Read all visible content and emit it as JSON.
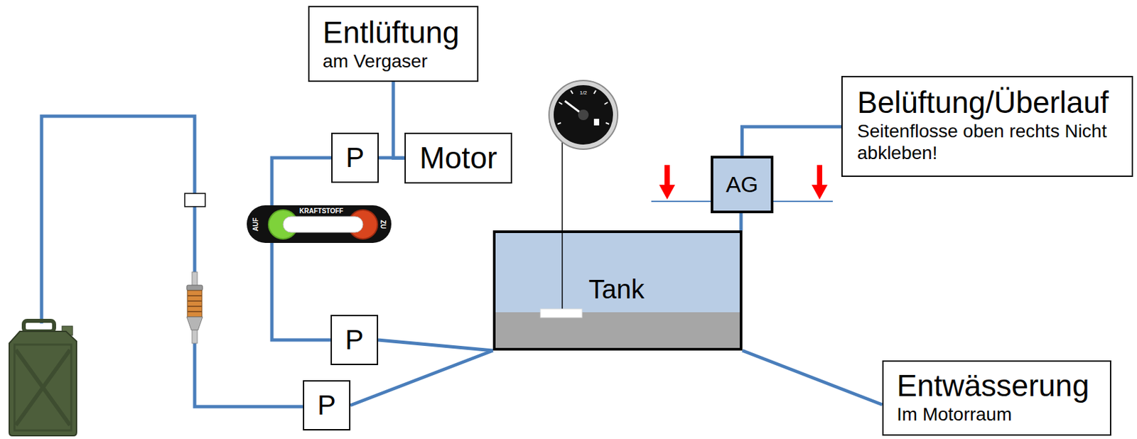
{
  "diagram": {
    "nodes": [
      {
        "text": [
          "Entlüftung",
          "am Vergaser"
        ]
      },
      {
        "text": [
          "P"
        ]
      },
      {
        "text": [
          "Motor"
        ]
      },
      {
        "text": [
          "Belüftung/Überlauf",
          "Seitenflosse oben rechts Nicht abkleben!"
        ]
      },
      {
        "text": [
          "AG"
        ]
      },
      {
        "text": [
          "Tank"
        ]
      },
      {
        "text": [
          "P"
        ]
      },
      {
        "text": [
          "P"
        ]
      },
      {
        "text": [
          "Entwässerung",
          "Im Motorraum"
        ]
      }
    ],
    "edges": [
      {
        "from": 0,
        "to": 2,
        "arrow": "none"
      },
      {
        "from": 1,
        "to": 2,
        "arrow": "none"
      },
      {
        "from": 6,
        "to": 1,
        "arrow": "none"
      },
      {
        "from": 5,
        "to": 4,
        "arrow": "none"
      },
      {
        "from": 4,
        "to": 3,
        "arrow": "none"
      },
      {
        "from": 6,
        "to": 5,
        "arrow": "none"
      },
      {
        "from": 7,
        "to": 5,
        "arrow": "none"
      },
      {
        "from": 5,
        "to": 8,
        "arrow": "none"
      }
    ],
    "labels": [
      "KRAFTSTOFF",
      "AUF",
      "ZU",
      "1/2"
    ]
  }
}
